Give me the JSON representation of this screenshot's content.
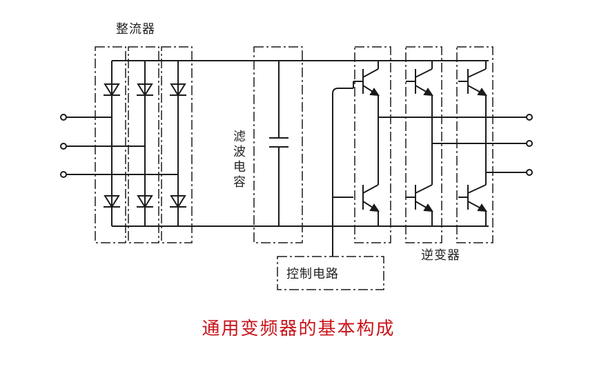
{
  "labels": {
    "rectifier": "整流器",
    "filter_capacitor": "滤波电容",
    "inverter": "逆变器",
    "control_circuit": "控制电路"
  },
  "caption": "通用变频器的基本构成",
  "colors": {
    "line": "#1a1a1a",
    "caption": "#c8141b",
    "background": "#ffffff"
  }
}
